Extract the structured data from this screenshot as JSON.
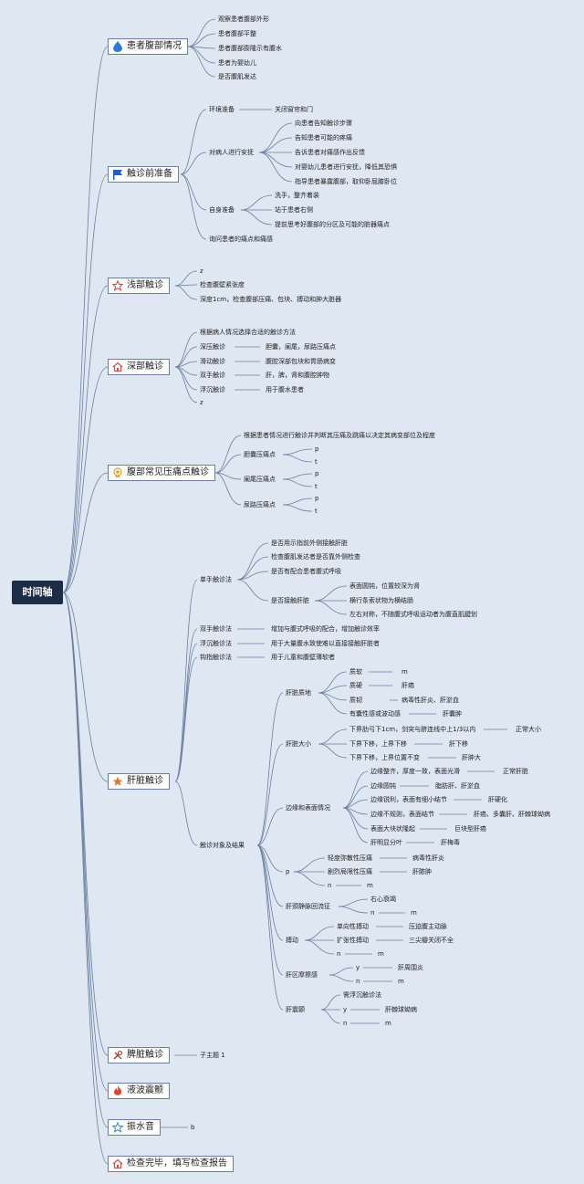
{
  "root": "时间轴",
  "branches": {
    "b1": {
      "label": "患者腹部情况",
      "icon": "water-drop-icon",
      "items": [
        "观察患者腹部外形",
        "患者腹部平整",
        "患者腹部膨隆示有腹水",
        "患者为婴幼儿",
        "是否腹肌发达"
      ]
    },
    "b2": {
      "label": "触诊前准备",
      "icon": "flag-icon",
      "env": {
        "label": "环境准备",
        "child": "关闭窗帘和门"
      },
      "comfort": {
        "label": "对病人进行安抚",
        "items": [
          "向患者告知触诊步骤",
          "告知患者可能的疼痛",
          "告诉患者对痛感作出反馈",
          "对婴幼儿患者进行安抚，降低其恐惧",
          "指导患者暴露腹部，取仰卧屈膝卧位"
        ]
      },
      "self": {
        "label": "自身准备",
        "items": [
          "洗手，整齐着装",
          "站于患者右侧",
          "提前思考好腹部的分区及可能的脏器痛点"
        ]
      },
      "ask": "询问患者的痛点和痛感"
    },
    "b3": {
      "label": "浅部触诊",
      "icon": "star-outline-icon",
      "items": [
        "z",
        "检查腹壁紧张度",
        "深度1cm，检查腹部压痛、包块、搏动和肿大脏器"
      ]
    },
    "b4": {
      "label": "深部触诊",
      "icon": "home-icon",
      "intro": "根据病人情况选择合适的触诊方法",
      "rows": [
        {
          "label": "深压触诊",
          "desc": "胆囊，阑尾，尿路压痛点"
        },
        {
          "label": "滑动触诊",
          "desc": "腹腔深部包块和胃肠病变"
        },
        {
          "label": "双手触诊",
          "desc": "肝，脾，肾和腹腔肿物"
        },
        {
          "label": "浮沉触诊",
          "desc": "用于腹水患者"
        }
      ],
      "last": "z"
    },
    "b5": {
      "label": "腹部常见压痛点触诊",
      "icon": "badge-icon",
      "intro": "根据患者情况进行触诊并判断其压痛及跳痛以决定其病变部位及程度",
      "points": [
        {
          "label": "胆囊压痛点",
          "kids": [
            "p",
            "t"
          ]
        },
        {
          "label": "阑尾压痛点",
          "kids": [
            "p",
            "t"
          ]
        },
        {
          "label": "尿路压痛点",
          "kids": [
            "p",
            "t"
          ]
        }
      ]
    },
    "b6": {
      "label": "肝脏触诊",
      "icon": "star-filled-icon",
      "single": {
        "label": "单手触诊法",
        "items": [
          "是否用示指前外侧接触肝脏",
          "检查腹肌发达者是否靠外侧检查",
          "是否有配合患者腹式呼吸"
        ],
        "touch": {
          "label": "是否接触肝脏",
          "items": [
            "表面圆钝，位置较深为肾",
            "横行条索状物为横结肠",
            "左右对称，不随腹式呼吸运动者为腹直肌腱划"
          ]
        }
      },
      "methods": [
        {
          "label": "双手触诊法",
          "desc": "增加与腹式呼吸的配合，增加触诊效率"
        },
        {
          "label": "浮沉触诊法",
          "desc": "用于大量腹水致使难以直接接触肝脏者"
        },
        {
          "label": "钩指触诊法",
          "desc": "用于儿童和腹壁薄软者"
        }
      ],
      "result": {
        "label": "触诊对象及结果",
        "texture": {
          "label": "肝脏质地",
          "rows": [
            {
              "a": "质软",
              "b": "m"
            },
            {
              "a": "质硬",
              "b": "肝癌"
            },
            {
              "a": "质韧",
              "b": "病毒性肝炎、肝淤血"
            },
            {
              "a": "有囊性感或波动感",
              "b": "肝囊肿"
            }
          ]
        },
        "size": {
          "label": "肝脏大小",
          "rows": [
            {
              "a": "下界肋弓下1cm，剑突与脐连线中上1/3以内",
              "b": "正常大小"
            },
            {
              "a": "下界下移，上界下移",
              "b": "肝下移"
            },
            {
              "a": "下界下移，上界位置不变",
              "b": "肝肿大"
            }
          ]
        },
        "edge": {
          "label": "边缘和表面情况",
          "rows": [
            {
              "a": "边缘整齐，厚度一致，表面光滑",
              "b": "正常肝脏"
            },
            {
              "a": "边缘圆钝",
              "b": "脂肪肝、肝淤血"
            },
            {
              "a": "边缘锐利，表面有细小结节",
              "b": "肝硬化"
            },
            {
              "a": "边缘不规则，表面结节",
              "b": "肝癌、多囊肝、肝棘球蚴病"
            },
            {
              "a": "表面大块状隆起",
              "b": "巨块型肝癌"
            },
            {
              "a": "肝明显分叶",
              "b": "肝梅毒"
            }
          ]
        },
        "p": {
          "label": "p",
          "rows": [
            {
              "a": "轻度弥散性压痛",
              "b": "病毒性肝炎"
            },
            {
              "a": "剧烈局限性压痛",
              "b": "肝脓肿"
            },
            {
              "a": "n",
              "b": "m"
            }
          ]
        },
        "reflux": {
          "label": "肝颈静脉回流征",
          "rows": [
            {
              "a": "右心衰竭",
              "b": ""
            },
            {
              "a": "n",
              "b": "m"
            }
          ]
        },
        "pulse": {
          "label": "搏动",
          "rows": [
            {
              "a": "单向性搏动",
              "b": "压迫腹主动脉"
            },
            {
              "a": "扩张性搏动",
              "b": "三尖瓣关闭不全"
            },
            {
              "a": "n",
              "b": "m"
            }
          ]
        },
        "friction": {
          "label": "肝区摩擦感",
          "rows": [
            {
              "a": "y",
              "b": "肝周围炎"
            },
            {
              "a": "n",
              "b": "m"
            }
          ]
        },
        "tremor": {
          "label": "肝震颤",
          "rows": [
            {
              "a": "需浮沉触诊法",
              "b": ""
            },
            {
              "a": "y",
              "b": "肝棘球蚴病"
            },
            {
              "a": "n",
              "b": "m"
            }
          ]
        }
      }
    },
    "b7": {
      "label": "脾脏触诊",
      "icon": "tools-icon",
      "child": "子主题 1"
    },
    "b8": {
      "label": "液波震颤",
      "icon": "fire-icon"
    },
    "b9": {
      "label": "振水音",
      "icon": "star-outline-icon",
      "child": "b"
    },
    "b10": {
      "label": "检查完毕，填写检查报告",
      "icon": "home-icon"
    }
  },
  "colors": {
    "background": "#dfe7f3",
    "line": "#6b7fa0",
    "root_fill": "#1c2d47"
  }
}
